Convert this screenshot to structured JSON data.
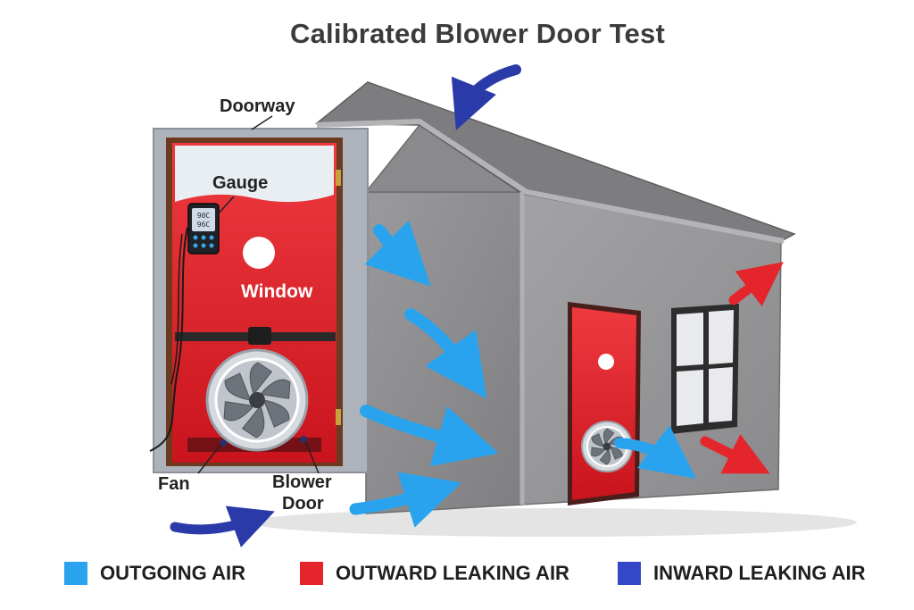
{
  "title": "Calibrated Blower Door Test",
  "labels": {
    "doorway": "Doorway",
    "gauge": "Gauge",
    "window": "Window",
    "fan": "Fan",
    "blower_door_line1": "Blower",
    "blower_door_line2": "Door"
  },
  "gauge_display": {
    "line1": "90C",
    "line2": "96C"
  },
  "legend": [
    {
      "label": "OUTGOING AIR",
      "color": "#2aa3ee"
    },
    {
      "label": "OUTWARD LEAKING AIR",
      "color": "#e4252c"
    },
    {
      "label": "INWARD LEAKING AIR",
      "color": "#3347c7"
    }
  ],
  "colors": {
    "house_wall": "#8f8f91",
    "house_roof": "#7f7f81",
    "door_red": "#e1202a",
    "frame_gray": "#aeb3bb",
    "frame_brown": "#6b3a1f"
  },
  "icons": {
    "fan": "fan-icon",
    "gauge": "gauge-icon",
    "arrow_outgoing": "arrow-icon",
    "arrow_outward": "arrow-icon",
    "arrow_inward": "arrow-icon"
  }
}
